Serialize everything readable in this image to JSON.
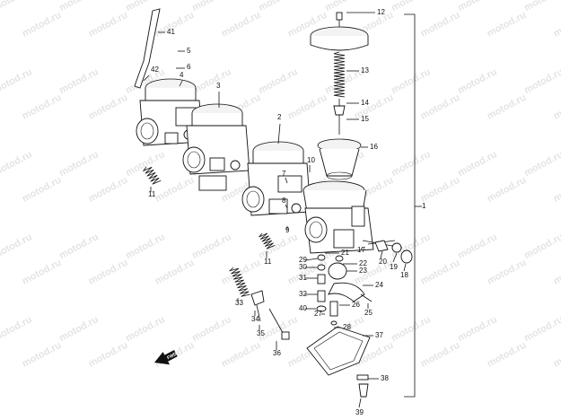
{
  "watermark": {
    "text": "motod.ru"
  },
  "callouts": [
    {
      "num": "1"
    },
    {
      "num": "2"
    },
    {
      "num": "3"
    },
    {
      "num": "4"
    },
    {
      "num": "5"
    },
    {
      "num": "6"
    },
    {
      "num": "7"
    },
    {
      "num": "8"
    },
    {
      "num": "9"
    },
    {
      "num": "10"
    },
    {
      "num": "11"
    },
    {
      "num": "11"
    },
    {
      "num": "12"
    },
    {
      "num": "13"
    },
    {
      "num": "14"
    },
    {
      "num": "15"
    },
    {
      "num": "16"
    },
    {
      "num": "17"
    },
    {
      "num": "18"
    },
    {
      "num": "19"
    },
    {
      "num": "20"
    },
    {
      "num": "21"
    },
    {
      "num": "22"
    },
    {
      "num": "23"
    },
    {
      "num": "24"
    },
    {
      "num": "25"
    },
    {
      "num": "26"
    },
    {
      "num": "27"
    },
    {
      "num": "28"
    },
    {
      "num": "29"
    },
    {
      "num": "30"
    },
    {
      "num": "31"
    },
    {
      "num": "32"
    },
    {
      "num": "33"
    },
    {
      "num": "34"
    },
    {
      "num": "35"
    },
    {
      "num": "36"
    },
    {
      "num": "37"
    },
    {
      "num": "38"
    },
    {
      "num": "39"
    },
    {
      "num": "40"
    },
    {
      "num": "41"
    },
    {
      "num": "42"
    }
  ],
  "direction_arrow": {
    "text": "FWD"
  }
}
